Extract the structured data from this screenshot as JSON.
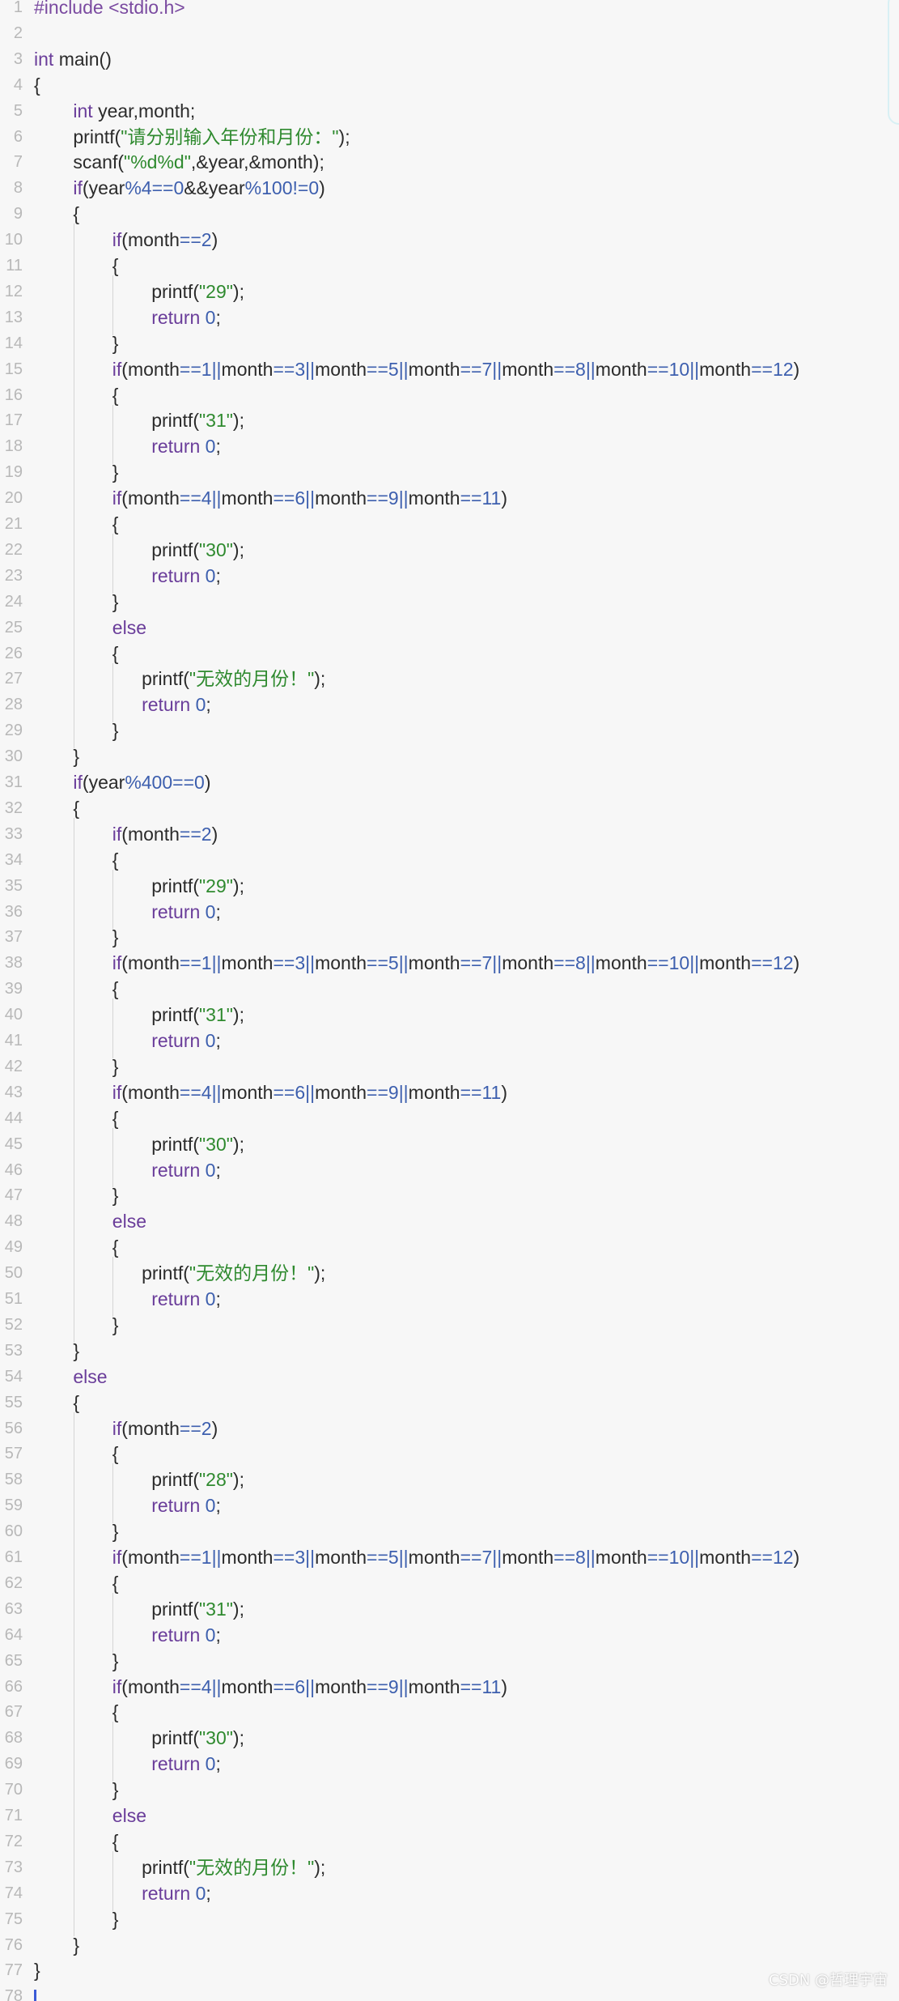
{
  "editor": {
    "lines": [
      "#include <stdio.h>",
      "",
      "int main()",
      "{",
      "    int year,month;",
      "    printf(\"请分别输入年份和月份：\");",
      "    scanf(\"%d%d\",&year,&month);",
      "    if(year%4==0&&year%100!=0)",
      "    {",
      "        if(month==2)",
      "        {",
      "            printf(\"29\");",
      "            return 0;",
      "        }",
      "        if(month==1||month==3||month==5||month==7||month==8||month==10||month==12)",
      "        {",
      "            printf(\"31\");",
      "            return 0;",
      "        }",
      "        if(month==4||month==6||month==9||month==11)",
      "        {",
      "            printf(\"30\");",
      "            return 0;",
      "        }",
      "        else",
      "        {",
      "           printf(\"无效的月份！\");",
      "           return 0;",
      "        }",
      "    }",
      "    if(year%400==0)",
      "    {",
      "        if(month==2)",
      "        {",
      "            printf(\"29\");",
      "            return 0;",
      "        }",
      "        if(month==1||month==3||month==5||month==7||month==8||month==10||month==12)",
      "        {",
      "            printf(\"31\");",
      "            return 0;",
      "        }",
      "        if(month==4||month==6||month==9||month==11)",
      "        {",
      "            printf(\"30\");",
      "            return 0;",
      "        }",
      "        else",
      "        {",
      "           printf(\"无效的月份！\");",
      "            return 0;",
      "        }",
      "    }",
      "    else",
      "    {",
      "        if(month==2)",
      "        {",
      "            printf(\"28\");",
      "            return 0;",
      "        }",
      "        if(month==1||month==3||month==5||month==7||month==8||month==10||month==12)",
      "        {",
      "            printf(\"31\");",
      "            return 0;",
      "        }",
      "        if(month==4||month==6||month==9||month==11)",
      "        {",
      "            printf(\"30\");",
      "            return 0;",
      "        }",
      "        else",
      "        {",
      "           printf(\"无效的月份！\");",
      "           return 0;",
      "        }",
      "    }",
      "}"
    ],
    "line_numbers": [
      "1",
      "2",
      "3",
      "4",
      "5",
      "6",
      "7",
      "8",
      "9",
      "10",
      "11",
      "12",
      "13",
      "14",
      "15",
      "16",
      "17",
      "18",
      "19",
      "20",
      "21",
      "22",
      "23",
      "24",
      "25",
      "26",
      "27",
      "28",
      "29",
      "30",
      "31",
      "32",
      "33",
      "34",
      "35",
      "36",
      "37",
      "38",
      "39",
      "40",
      "41",
      "42",
      "43",
      "44",
      "45",
      "46",
      "47",
      "48",
      "49",
      "50",
      "51",
      "52",
      "53",
      "54",
      "55",
      "56",
      "57",
      "58",
      "59",
      "60",
      "61",
      "62",
      "63",
      "64",
      "65",
      "66",
      "67",
      "68",
      "69",
      "70",
      "71",
      "72",
      "73",
      "74",
      "75",
      "76",
      "77"
    ],
    "partial_line_number": "78"
  },
  "watermark": "CSDN @哲理宇宙",
  "colors": {
    "background": "#f7f7f7",
    "line_number": "#b8b8b8",
    "keyword": "#6a3d9a",
    "number": "#3d5fae",
    "string": "#2f8a2f",
    "text": "#2b2b2b",
    "caret": "#3b5bd6"
  }
}
